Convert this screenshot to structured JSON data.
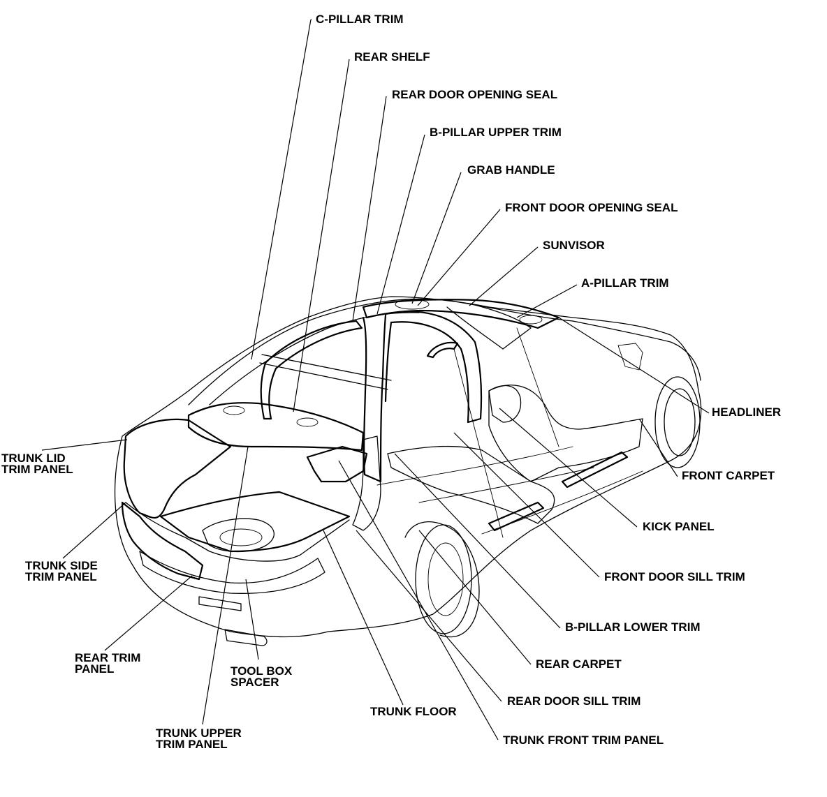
{
  "labels": {
    "c_pillar_trim": "C-PILLAR TRIM",
    "rear_shelf": "REAR SHELF",
    "rear_door_opening_seal": "REAR DOOR OPENING SEAL",
    "b_pillar_upper_trim": "B-PILLAR UPPER TRIM",
    "grab_handle": "GRAB HANDLE",
    "front_door_opening_seal": "FRONT DOOR OPENING SEAL",
    "sunvisor": "SUNVISOR",
    "a_pillar_trim": "A-PILLAR TRIM",
    "headliner": "HEADLINER",
    "front_carpet": "FRONT CARPET",
    "kick_panel": "KICK PANEL",
    "front_door_sill_trim": "FRONT DOOR SILL TRIM",
    "b_pillar_lower_trim": "B-PILLAR LOWER TRIM",
    "rear_carpet": "REAR CARPET",
    "rear_door_sill_trim": "REAR DOOR SILL TRIM",
    "trunk_front_trim_panel": "TRUNK FRONT TRIM PANEL",
    "trunk_floor": "TRUNK FLOOR",
    "tool_box_spacer_1": "TOOL BOX",
    "tool_box_spacer_2": "SPACER",
    "trunk_upper_trim_panel_1": "TRUNK UPPER",
    "trunk_upper_trim_panel_2": "TRIM PANEL",
    "rear_trim_panel_1": "REAR TRIM",
    "rear_trim_panel_2": "PANEL",
    "trunk_side_trim_panel_1": "TRUNK SIDE",
    "trunk_side_trim_panel_2": "TRIM PANEL",
    "trunk_lid_trim_panel_1": "TRUNK LID",
    "trunk_lid_trim_panel_2": "TRIM PANEL"
  }
}
